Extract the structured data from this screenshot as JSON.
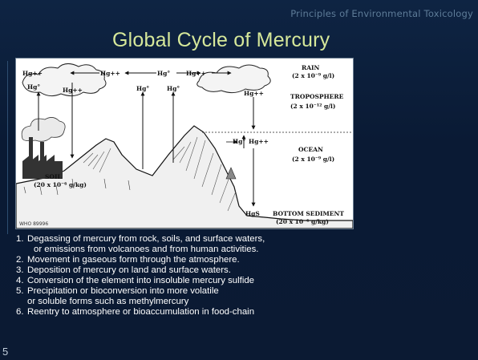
{
  "header": {
    "course": "Principles of Environmental Toxicology"
  },
  "slide": {
    "title": "Global Cycle of Mercury",
    "page_number": "5"
  },
  "figure": {
    "labels": {
      "hg_pp": "Hg++",
      "hg_0": "Hg°",
      "rain": "RAIN",
      "rain_conc": "(2 x 10⁻⁹ g/l)",
      "troposphere": "TROPOSPHERE",
      "tropo_conc": "(2 x 10⁻¹² g/l)",
      "ocean": "OCEAN",
      "ocean_conc": "(2 x 10⁻⁹ g/l)",
      "soil": "SOIL",
      "soil_conc": "(20 x 10⁻⁶ g/kg)",
      "bottom_sediment": "BOTTOM SEDIMENT",
      "sediment_conc": "(20 x 10⁻⁶ g/kg)",
      "hgs": "HgS",
      "who_code": "WHO 89996"
    }
  },
  "list": {
    "items": [
      {
        "num": "1.",
        "text": "Degassing of mercury from rock, soils, and surface waters,",
        "cont": "or emissions from volcanoes and from human activities."
      },
      {
        "num": "2.",
        "text": "Movement in gaseous form through the atmosphere."
      },
      {
        "num": "3.",
        "text": "Deposition of mercury on land and surface waters."
      },
      {
        "num": "4.",
        "text": "Conversion of the element into insoluble mercury sulfide"
      },
      {
        "num": "5.",
        "text": "Precipitation or bioconversion into more volatile",
        "cont": "or soluble forms such as methylmercury"
      },
      {
        "num": "6.",
        "text": "Reentry to atmosphere or bioaccumulation in food-chain"
      }
    ]
  },
  "colors": {
    "background": "#0b1a33",
    "title": "#d6e89a",
    "header": "#5e7c98",
    "list_text": "#ffffff"
  }
}
